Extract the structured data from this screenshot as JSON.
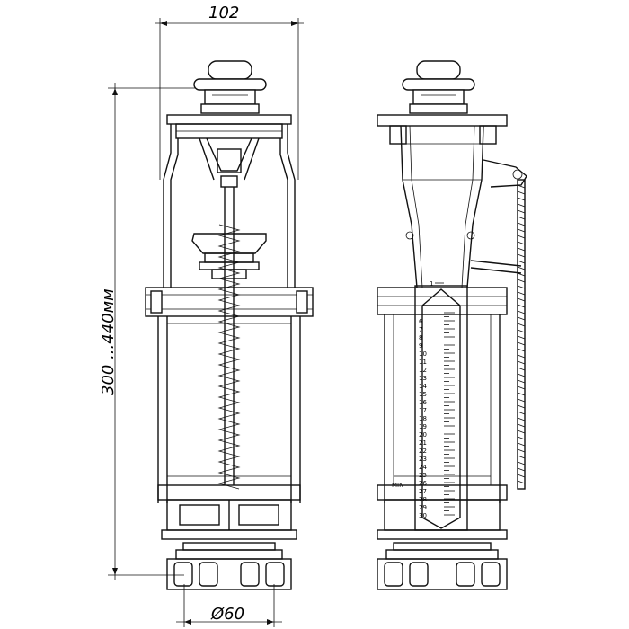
{
  "dimensions": {
    "width_label": "102",
    "height_label": "300 ...440мм",
    "diameter_label": "Ø60"
  },
  "water_level_scale": {
    "top_label": "1",
    "min_label": "MIN",
    "numbers": [
      "6",
      "7",
      "8",
      "9",
      "10",
      "11",
      "12",
      "13",
      "14",
      "15",
      "16",
      "17",
      "18",
      "19",
      "20",
      "21",
      "22",
      "23",
      "24",
      "25",
      "26",
      "27",
      "28",
      "29",
      "30"
    ]
  },
  "colors": {
    "line": "#111111",
    "background": "#ffffff"
  }
}
